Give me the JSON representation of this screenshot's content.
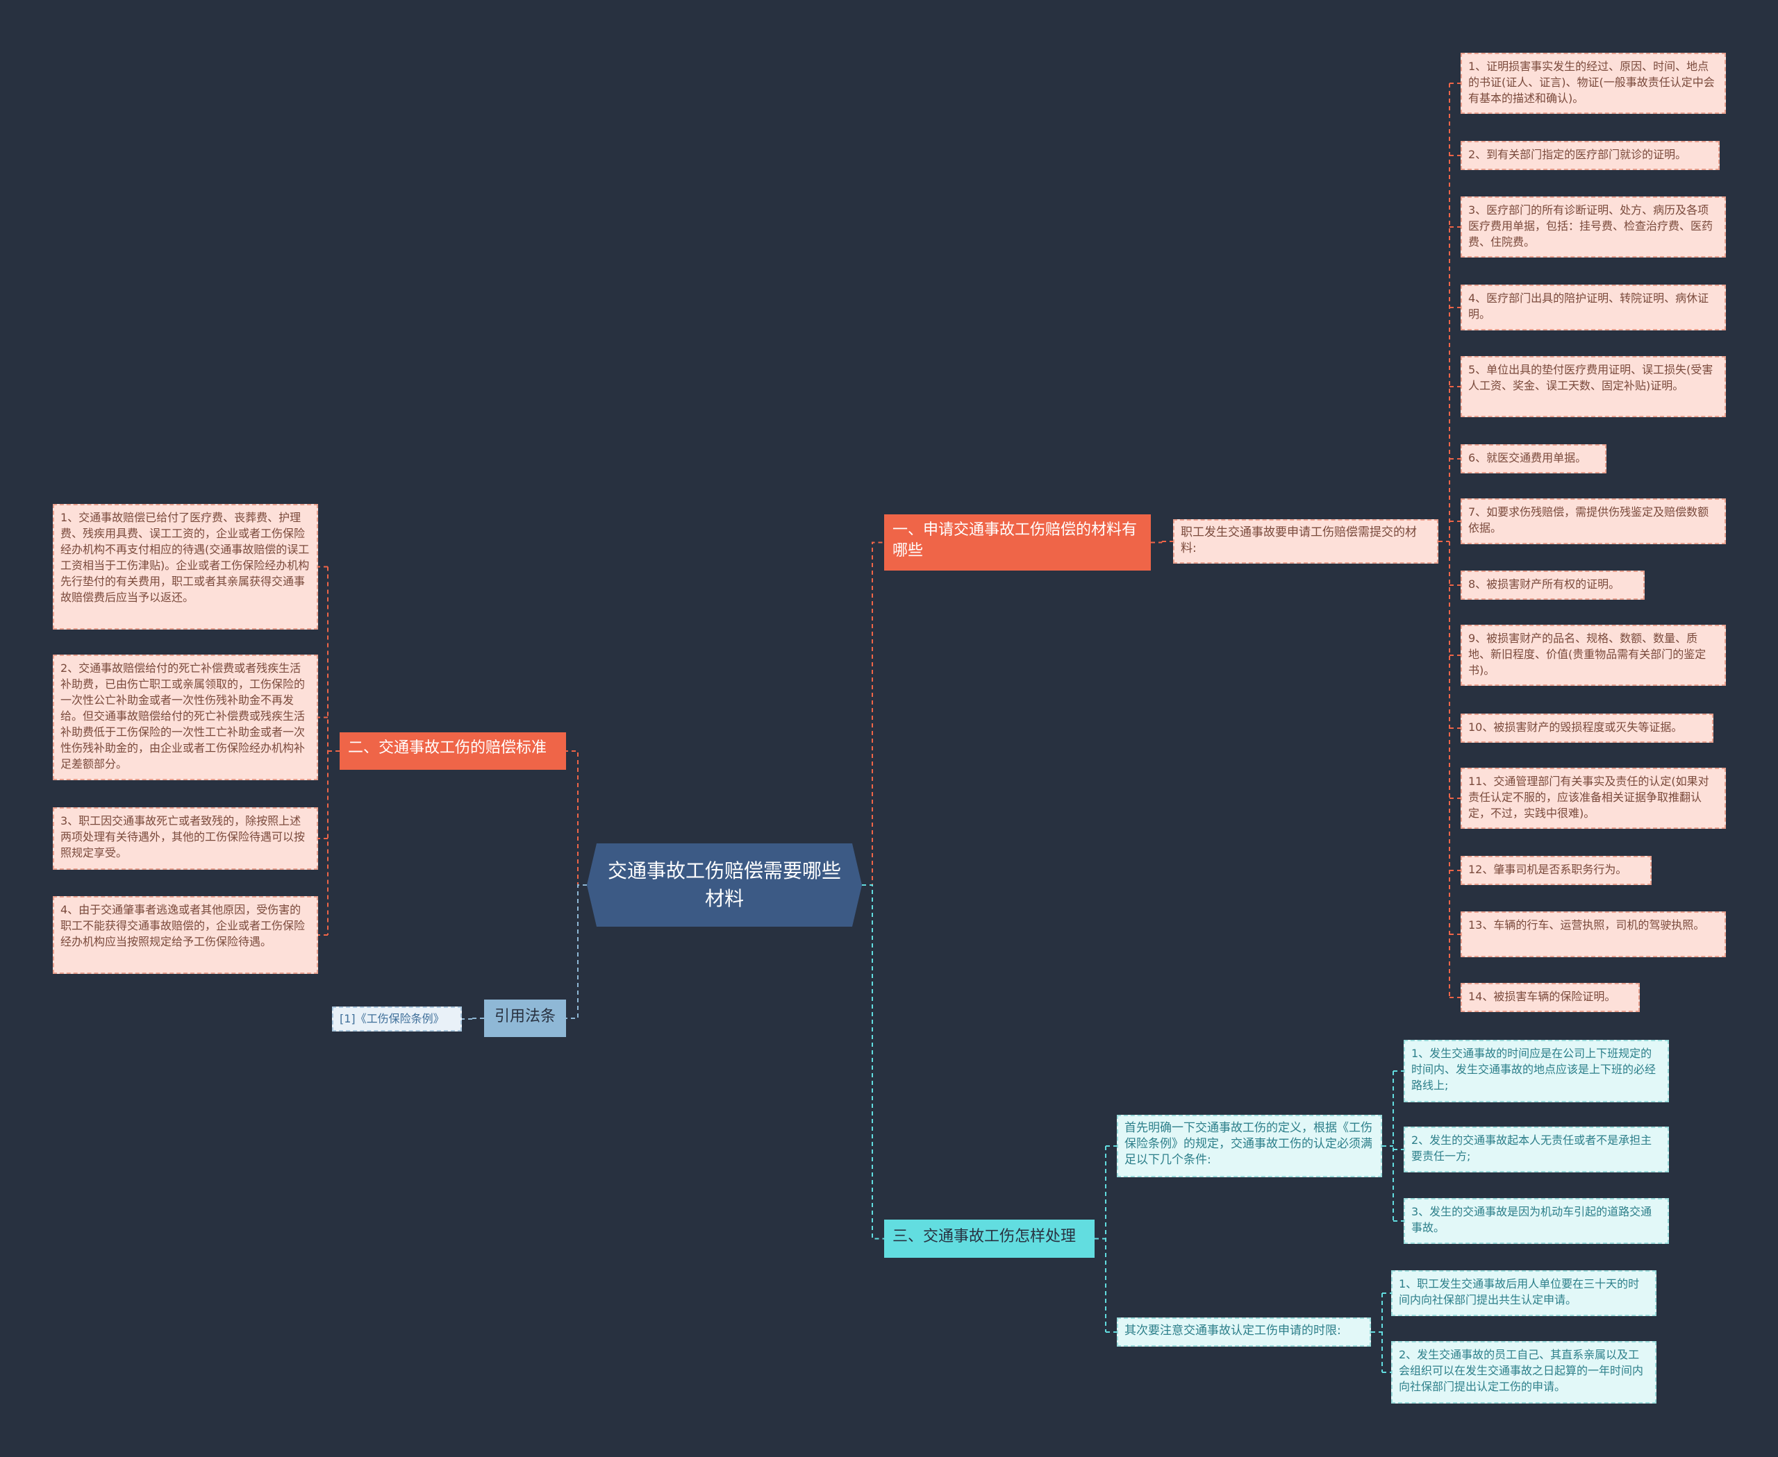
{
  "root": {
    "title": "交通事故工伤赔偿需要哪些材料"
  },
  "branch1": {
    "label": "一、申请交通事故工伤赔偿的材料有哪些",
    "intro": "职工发生交通事故要申请工伤赔偿需提交的材料:",
    "items": [
      "1、证明损害事实发生的经过、原因、时间、地点的书证(证人、证言)、物证(一般事故责任认定中会有基本的描述和确认)。",
      "2、到有关部门指定的医疗部门就诊的证明。",
      "3、医疗部门的所有诊断证明、处方、病历及各项医疗费用单据，包括：挂号费、检查治疗费、医药费、住院费。",
      "4、医疗部门出具的陪护证明、转院证明、病休证明。",
      "5、单位出具的垫付医疗费用证明、误工损失(受害人工资、奖金、误工天数、固定补贴)证明。",
      "6、就医交通费用单据。",
      "7、如要求伤残赔偿，需提供伤残鉴定及赔偿数额依据。",
      "8、被损害财产所有权的证明。",
      "9、被损害财产的品名、规格、数额、数量、质地、新旧程度、价值(贵重物品需有关部门的鉴定书)。",
      "10、被损害财产的毁损程度或灭失等证据。",
      "11、交通管理部门有关事实及责任的认定(如果对责任认定不服的，应该准备相关证据争取推翻认定，不过，实践中很难)。",
      "12、肇事司机是否系职务行为。",
      "13、车辆的行车、运营执照，司机的驾驶执照。",
      "14、被损害车辆的保险证明。"
    ]
  },
  "branch2": {
    "label": "二、交通事故工伤的赔偿标准",
    "items": [
      "1、交通事故赔偿已给付了医疗费、丧葬费、护理费、残疾用具费、误工工资的，企业或者工伤保险经办机构不再支付相应的待遇(交通事故赔偿的误工工资相当于工伤津贴)。企业或者工伤保险经办机构先行垫付的有关费用，职工或者其亲属获得交通事故赔偿费后应当予以返还。",
      "2、交通事故赔偿给付的死亡补偿费或者残疾生活补助费，已由伤亡职工或亲属领取的，工伤保险的一次性公亡补助金或者一次性伤残补助金不再发给。但交通事故赔偿给付的死亡补偿费或残疾生活补助费低于工伤保险的一次性工亡补助金或者一次性伤残补助金的，由企业或者工伤保险经办机构补足差额部分。",
      "3、职工因交通事故死亡或者致残的，除按照上述两项处理有关待遇外，其他的工伤保险待遇可以按照规定享受。",
      "4、由于交通肇事者逃逸或者其他原因，受伤害的职工不能获得交通事故赔偿的，企业或者工伤保险经办机构应当按照规定给予工伤保险待遇。"
    ]
  },
  "branch3": {
    "label": "三、交通事故工伤怎样处理",
    "sub1": {
      "text": "首先明确一下交通事故工伤的定义，根据《工伤保险条例》的规定，交通事故工伤的认定必须满足以下几个条件:",
      "items": [
        "1、发生交通事故的时间应是在公司上下班规定的时间内、发生交通事故的地点应该是上下班的必经路线上;",
        "2、发生的交通事故起本人无责任或者不是承担主要责任一方;",
        "3、发生的交通事故是因为机动车引起的道路交通事故。"
      ]
    },
    "sub2": {
      "text": "其次要注意交通事故认定工伤申请的时限:",
      "items": [
        "1、职工发生交通事故后用人单位要在三十天的时间内向社保部门提出共生认定申请。",
        "2、发生交通事故的员工自己、其直系亲属以及工会组织可以在发生交通事故之日起算的一年时间内向社保部门提出认定工伤的申请。"
      ]
    }
  },
  "branch4": {
    "label": "引用法条",
    "items": [
      "[1]《工伤保险条例》"
    ]
  },
  "colors": {
    "background": "#283140",
    "root": "#3c5a85",
    "red": "#ef6548",
    "cyan": "#62dde0",
    "blue": "#8fb8d6",
    "leaf_red": "#fde0d9",
    "leaf_cyan": "#e2f8f8"
  }
}
